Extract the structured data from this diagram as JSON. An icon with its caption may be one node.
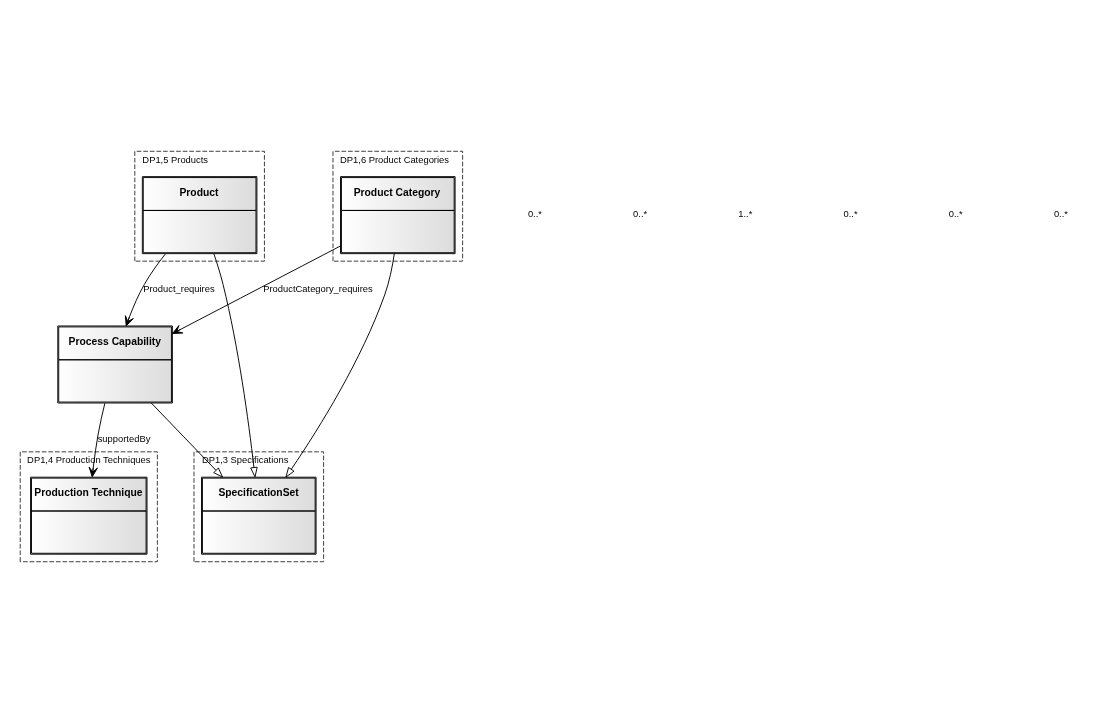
{
  "diagram": {
    "nodes": [
      {
        "text": [
          "DP1,6 Product Categories"
        ]
      },
      {
        "text": [
          "Product Category"
        ],
        "in": 0
      },
      {
        "text": [
          "DP1,4 Production Techniques"
        ]
      },
      {
        "text": [
          "Production Technique"
        ],
        "in": 2
      },
      {
        "text": [
          "Process Capability"
        ]
      },
      {
        "text": [
          "DP1,3 Specifications"
        ]
      },
      {
        "text": [
          "SpecificationSet"
        ],
        "in": 5
      },
      {
        "text": [
          "DP1,5 Products"
        ]
      },
      {
        "text": [
          "Product"
        ],
        "in": 7
      }
    ],
    "edges": [
      {
        "from": 1,
        "to": 4,
        "arrow": "to",
        "label": "ProductCategory_requires"
      },
      {
        "from": 4,
        "to": 3,
        "arrow": "to",
        "label": "supportedBy"
      },
      {
        "from": 8,
        "to": 4,
        "arrow": "to",
        "label": "Product_requires"
      },
      {
        "from": 1,
        "to": 6,
        "arrow": "to"
      },
      {
        "from": 4,
        "to": 6,
        "arrow": "to"
      },
      {
        "from": 8,
        "to": 6,
        "arrow": "to"
      }
    ],
    "labels": [
      "0..*",
      "0..*",
      "1..*",
      "0..*",
      "0..*",
      "0..*"
    ]
  }
}
